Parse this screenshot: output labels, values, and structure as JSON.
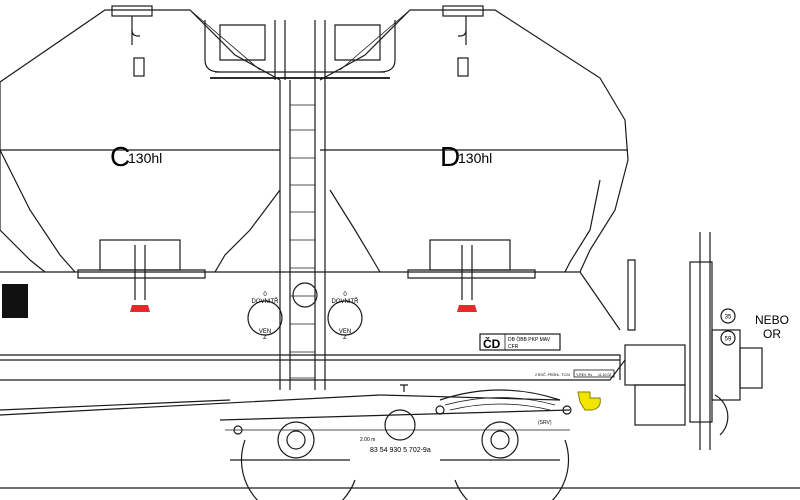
{
  "compartments": [
    {
      "letter": "C",
      "volume": "130hl"
    },
    {
      "letter": "D",
      "volume": "130hl"
    }
  ],
  "door_labels": {
    "left": {
      "top": "0",
      "middle": "DOVNITŘ",
      "bottom_line1": "VEN",
      "bottom_line2": "Z"
    },
    "right": {
      "top": "0",
      "middle": "DOVNITŘ",
      "bottom_line1": "VEN",
      "bottom_line2": "Z"
    }
  },
  "operator": {
    "mark": "ČD",
    "partners_line1": "DB  ÖBB  PKP  MAV",
    "partners_line2": "CFR"
  },
  "wagon_number": "83 54 930 5 702-9a",
  "brake_note": "2.00 m",
  "revision_labels": [
    "Y-REV",
    "Rv",
    "11.10.02"
  ],
  "small_note": "2 ROČ. PRŮHL. TC24",
  "service_label": "(SRV)",
  "speed_markers": [
    "35",
    "59"
  ],
  "alt_note": {
    "line1": "NEBO",
    "line2": "OR"
  },
  "colors": {
    "brake_valve": "#e32b2b",
    "coupler_hook": "#f2e600",
    "linework": "#1a1a1a"
  }
}
